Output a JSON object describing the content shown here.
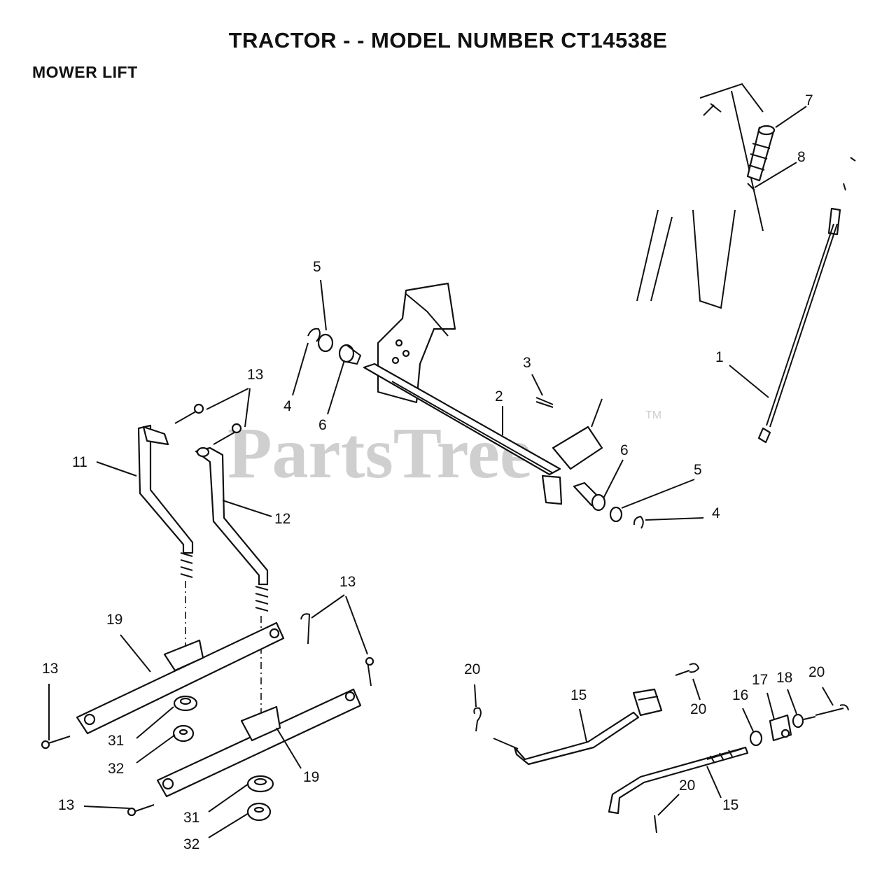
{
  "header": {
    "title": "TRACTOR - - MODEL NUMBER CT14538E",
    "subtitle": "MOWER LIFT"
  },
  "watermark": {
    "text": "PartsTree",
    "mark": "TM",
    "color": "#cfcfcf"
  },
  "callouts": [
    {
      "id": "c7",
      "text": "7"
    },
    {
      "id": "c8",
      "text": "8"
    },
    {
      "id": "c5a",
      "text": "5"
    },
    {
      "id": "c13a",
      "text": "13"
    },
    {
      "id": "c4a",
      "text": "4"
    },
    {
      "id": "c6a",
      "text": "6"
    },
    {
      "id": "c3",
      "text": "3"
    },
    {
      "id": "c2",
      "text": "2"
    },
    {
      "id": "c1",
      "text": "1"
    },
    {
      "id": "c11",
      "text": "11"
    },
    {
      "id": "c6b",
      "text": "6"
    },
    {
      "id": "c5b",
      "text": "5"
    },
    {
      "id": "c12",
      "text": "12"
    },
    {
      "id": "c4b",
      "text": "4"
    },
    {
      "id": "c13b",
      "text": "13"
    },
    {
      "id": "c19a",
      "text": "19"
    },
    {
      "id": "c13c",
      "text": "13"
    },
    {
      "id": "c20a",
      "text": "20"
    },
    {
      "id": "c15a",
      "text": "15"
    },
    {
      "id": "c20b",
      "text": "20"
    },
    {
      "id": "c16",
      "text": "16"
    },
    {
      "id": "c17",
      "text": "17"
    },
    {
      "id": "c18",
      "text": "18"
    },
    {
      "id": "c20c",
      "text": "20"
    },
    {
      "id": "c31a",
      "text": "31"
    },
    {
      "id": "c32a",
      "text": "32"
    },
    {
      "id": "c19b",
      "text": "19"
    },
    {
      "id": "c13d",
      "text": "13"
    },
    {
      "id": "c20d",
      "text": "20"
    },
    {
      "id": "c15b",
      "text": "15"
    },
    {
      "id": "c31b",
      "text": "31"
    },
    {
      "id": "c32b",
      "text": "32"
    }
  ]
}
